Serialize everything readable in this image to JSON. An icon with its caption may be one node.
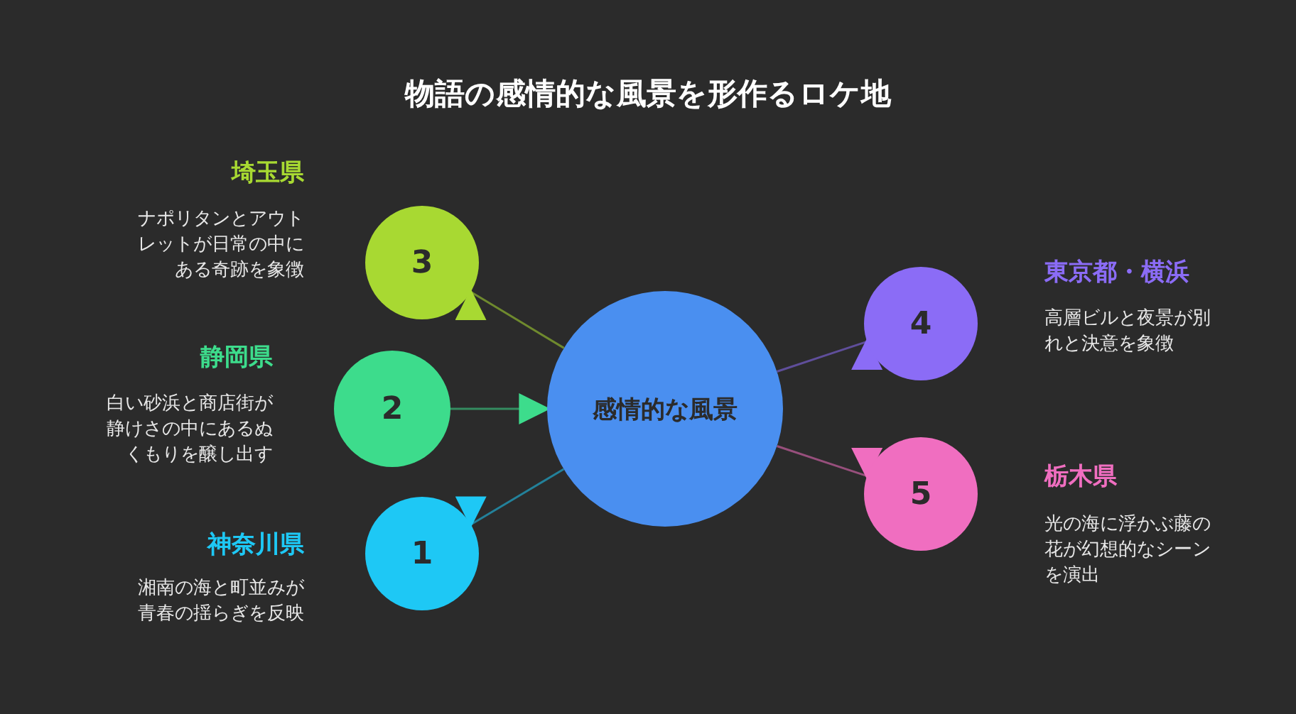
{
  "diagram": {
    "title": "物語の感情的な風景を形作るロケ地",
    "nodes": [
      {
        "text": [
          "感情的な風景"
        ]
      },
      {
        "text": [
          "3"
        ],
        "beside": [
          "埼玉県",
          "ナポリタンとアウトレットが日常の中にある奇跡を象徴"
        ]
      },
      {
        "text": [
          "2"
        ],
        "beside": [
          "静岡県",
          "白い砂浜と商店街が静けさの中にあるぬくもりを醸し出す"
        ]
      },
      {
        "text": [
          "1"
        ],
        "beside": [
          "神奈川県",
          "湘南の海と町並みが青春の揺らぎを反映"
        ]
      },
      {
        "text": [
          "4"
        ],
        "beside": [
          "東京都・横浜",
          "高層ビルと夜景が別れと決意を象徴"
        ]
      },
      {
        "text": [
          "5"
        ],
        "beside": [
          "栃木県",
          "光の海に浮かぶ藤の花が幻想的なシーンを演出"
        ]
      }
    ],
    "edges": [
      {
        "from": 0,
        "to": 1,
        "arrow": "to",
        "color": "#a8d932"
      },
      {
        "from": 2,
        "to": 0,
        "arrow": "to",
        "color": "#3ddc8c"
      },
      {
        "from": 0,
        "to": 3,
        "arrow": "to",
        "color": "#1ec8f5"
      },
      {
        "from": 0,
        "to": 4,
        "arrow": "to",
        "color": "#8b6cf6"
      },
      {
        "from": 0,
        "to": 5,
        "arrow": "to",
        "color": "#f06ec0"
      }
    ]
  }
}
